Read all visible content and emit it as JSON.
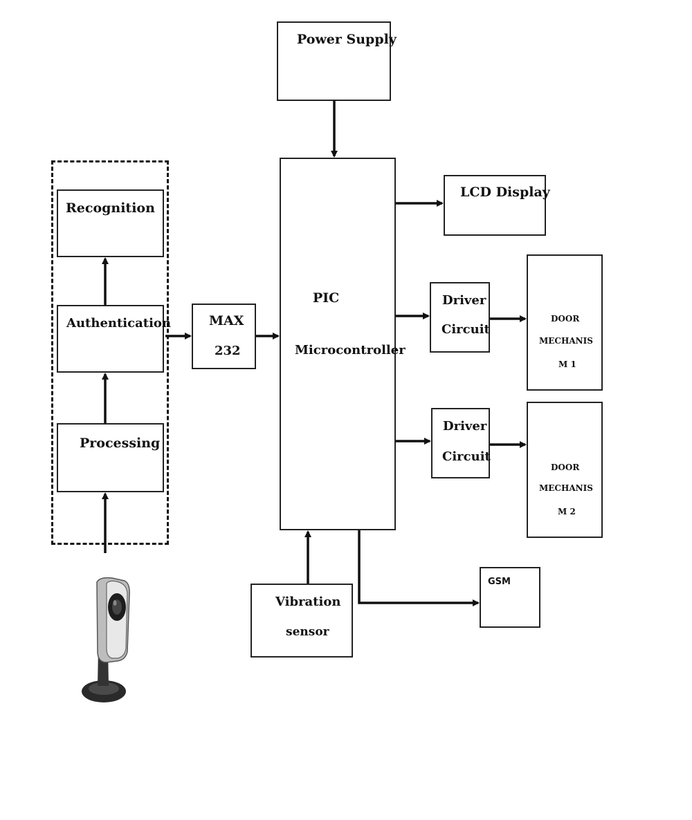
{
  "blocks": {
    "power_supply": "Power Supply",
    "recognition": "Recognition",
    "authentication": "Authentication",
    "processing": "Processing",
    "max232_line1": "MAX",
    "max232_line2": "232",
    "pic_line1": "PIC",
    "pic_line2": "Microcontroller",
    "lcd_display": "LCD Display",
    "driver1_line1": "Driver",
    "driver1_line2": "Circuit",
    "driver2_line1": "Driver",
    "driver2_line2": "Circuit",
    "door1_line1": "DOOR",
    "door1_line2": "MECHANIS",
    "door1_line3": "M 1",
    "door2_line1": "DOOR",
    "door2_line2": "MECHANIS",
    "door2_line3": "M 2",
    "gsm": "GSM",
    "vibration_line1": "Vibration",
    "vibration_line2": "sensor"
  },
  "icons": {
    "camera": "webcam-icon"
  }
}
